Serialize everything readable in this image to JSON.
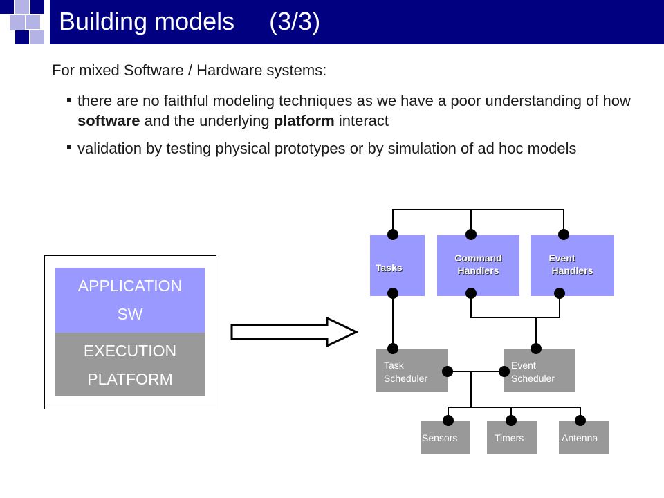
{
  "slide": {
    "title": "Building models     (3/3)",
    "intro": "For mixed Software / Hardware systems:",
    "bullets": [
      {
        "part1": "there are no faithful modeling techniques as we have a poor understanding of how ",
        "bold1": "software",
        "part2": " and the underlying ",
        "bold2": "platform",
        "part3": " interact"
      },
      {
        "text": "validation by testing physical prototypes or by simulation of ad hoc models"
      }
    ]
  },
  "stack": {
    "app_line1": "APPLICATION",
    "app_line2": "SW",
    "exec_line1": "EXECUTION",
    "exec_line2": "PLATFORM"
  },
  "diagram": {
    "tasks": "Tasks",
    "command_line1": "Command",
    "command_line2": "Handlers",
    "event_line1": "Event",
    "event_line2": "Handlers",
    "task_sched_line1": "Task",
    "task_sched_line2": "Scheduler",
    "event_sched_line1": "Event",
    "event_sched_line2": "Scheduler",
    "sensors": "Sensors",
    "timers": "Timers",
    "antenna": "Antenna"
  },
  "colors": {
    "title_bar": "#000080",
    "software_blue": "#9999ff",
    "platform_grey": "#999999"
  }
}
